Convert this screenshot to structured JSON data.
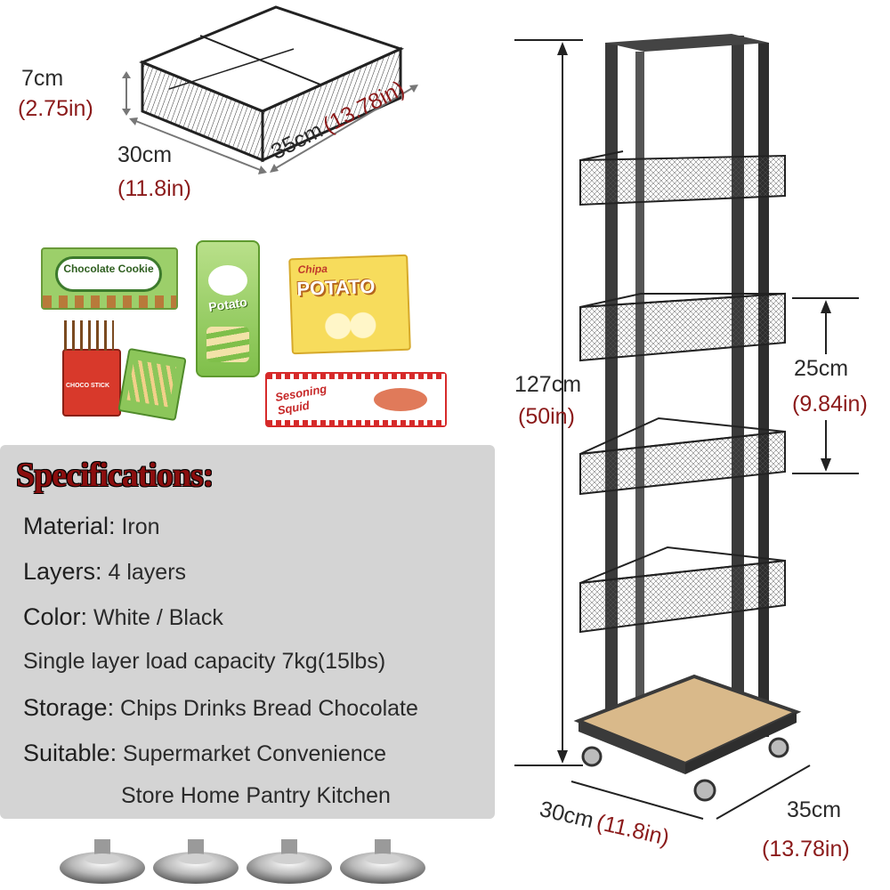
{
  "tray_dims": {
    "height_cm": "7cm",
    "height_in": "(2.75in)",
    "width_cm": "30cm",
    "width_in": "(11.8in)",
    "depth_cm": "35cm",
    "depth_in": "(13.78in)"
  },
  "rack_dims": {
    "height_cm": "127cm",
    "height_in": "(50in)",
    "gap_cm": "25cm",
    "gap_in": "(9.84in)",
    "base_width_cm": "30cm",
    "base_width_in": "(11.8in)",
    "base_depth_cm": "35cm",
    "base_depth_in": "(13.78in)"
  },
  "snacks": {
    "cookie": "Chocolate Cookie",
    "can": "Potato",
    "bag_brand": "Chipa",
    "bag": "POTATO",
    "stick": "CHOCO STICK",
    "squid": "Sesoning Squid"
  },
  "specs": {
    "title": "Specifications:",
    "rows": [
      {
        "key": "Material:",
        "value": "Iron"
      },
      {
        "key": "Layers:",
        "value": "4 layers"
      },
      {
        "key": "Color:",
        "value": "White / Black"
      },
      {
        "key": "",
        "value": "Single layer load capacity 7kg(15lbs)"
      },
      {
        "key": "Storage:",
        "value": "Chips Drinks Bread Chocolate"
      },
      {
        "key": "Suitable:",
        "value": "Supermarket Convenience"
      },
      {
        "key": "",
        "value": "Store Home Pantry Kitchen"
      }
    ]
  },
  "colors": {
    "frame": "#3a3a3a",
    "inch_text": "#8b1a1a",
    "panel": "#d4d4d4",
    "base_wood": "#d9b98a"
  }
}
